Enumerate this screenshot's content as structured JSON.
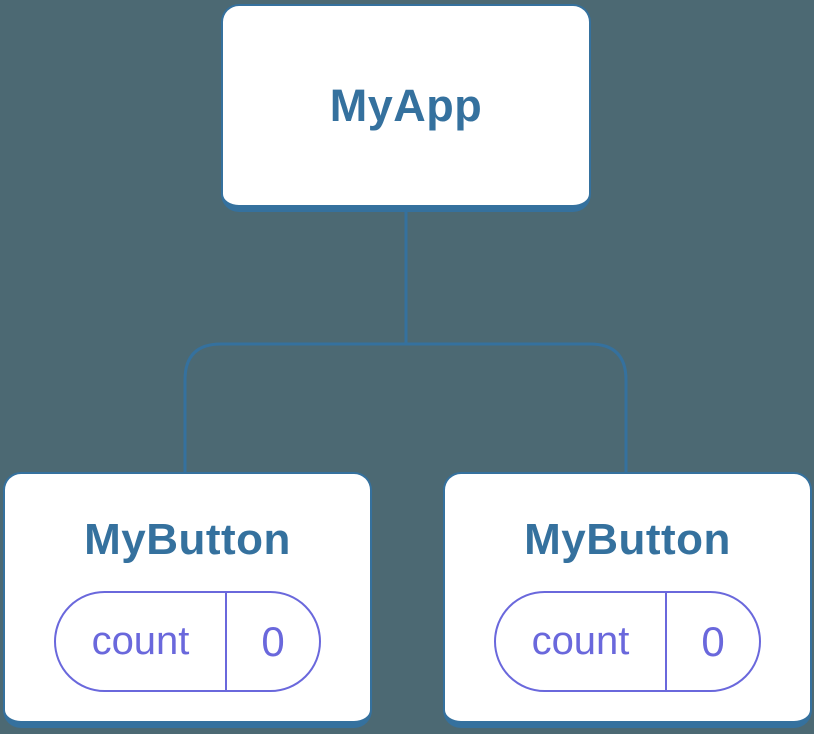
{
  "diagram": {
    "title": "react-component-tree",
    "colors": {
      "background": "#4C6973",
      "blue": "#35719E",
      "indigo": "#6A68DC",
      "node_fill": "#FFFFFF"
    },
    "root": {
      "label": "MyApp"
    },
    "children": [
      {
        "label": "MyButton",
        "state": {
          "key": "count",
          "value": "0"
        }
      },
      {
        "label": "MyButton",
        "state": {
          "key": "count",
          "value": "0"
        }
      }
    ]
  }
}
